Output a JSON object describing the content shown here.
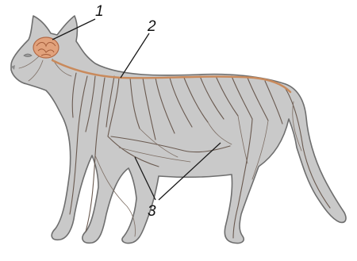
{
  "figure": {
    "labels": [
      "1",
      "2",
      "3"
    ],
    "colors": {
      "body_fill": "#c9c9c9",
      "body_outline": "#6e6e6e",
      "nerve": "#6a5a50",
      "brain": "#e2a27c",
      "spinal_cord": "#c98a5c",
      "label_text": "#111111"
    }
  }
}
